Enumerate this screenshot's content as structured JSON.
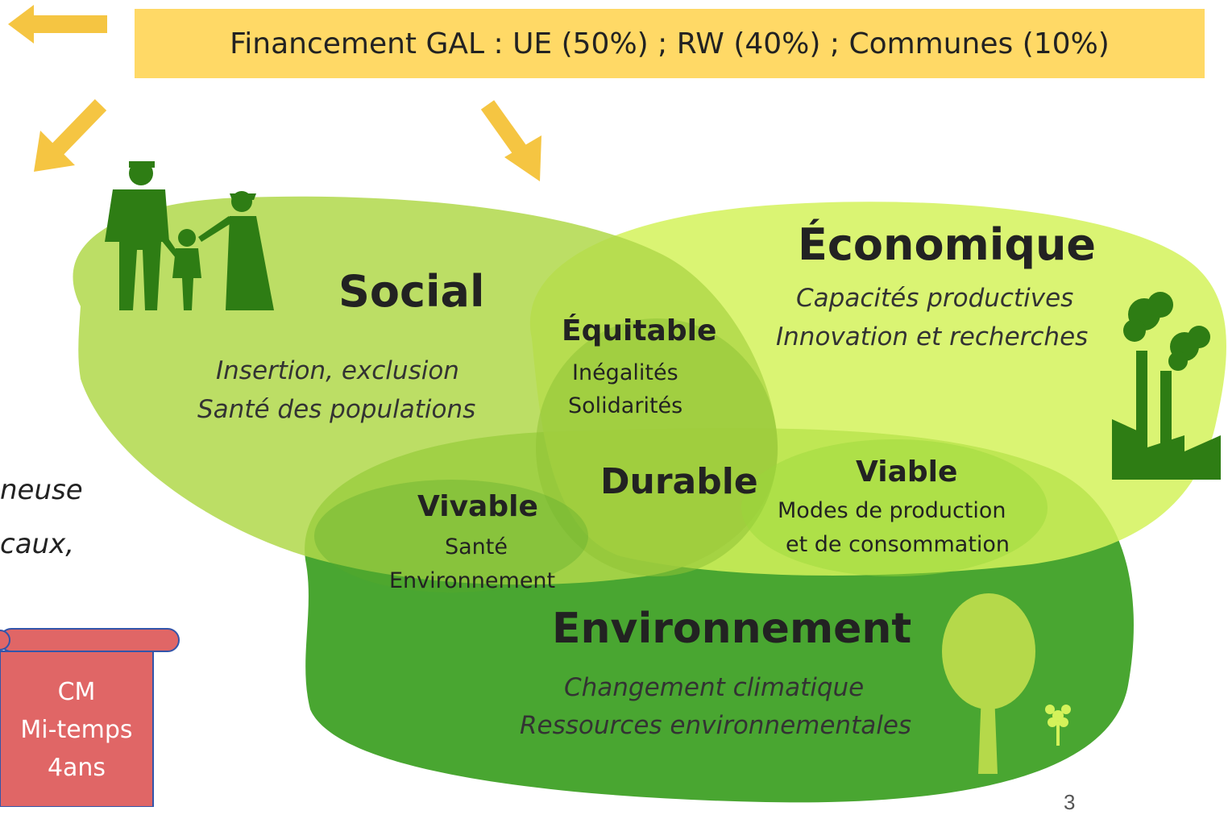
{
  "banner": {
    "text": "Financement GAL : UE (50%) ; RW (40%) ; Communes (10%)"
  },
  "spheres": {
    "social": {
      "title": "Social",
      "lines": [
        "Insertion, exclusion",
        "Santé des populations"
      ]
    },
    "economique": {
      "title": "Économique",
      "lines": [
        "Capacités productives",
        "Innovation et recherches"
      ]
    },
    "environnement": {
      "title": "Environnement",
      "lines": [
        "Changement climatique",
        "Ressources environnementales"
      ]
    }
  },
  "intersections": {
    "equitable": {
      "title": "Équitable",
      "lines": [
        "Inégalités",
        "Solidarités"
      ]
    },
    "vivable": {
      "title": "Vivable",
      "lines": [
        "Santé",
        "Environnement"
      ]
    },
    "viable": {
      "title": "Viable",
      "lines": [
        "Modes de production",
        "et de consommation"
      ]
    },
    "durable": {
      "title": "Durable"
    }
  },
  "left_fragments": [
    "neuse",
    "caux,"
  ],
  "scroll": {
    "lines": [
      "CM",
      "Mi-temps",
      "4ans"
    ]
  },
  "page_number": "3",
  "colors": {
    "banner": "#ffd966",
    "arrow": "#f5c542",
    "social": "#b5d94a",
    "economique": "#d9f25a",
    "environnement": "#3a9e1f",
    "scroll": "#e06666",
    "silhouette": "#2e7d14"
  }
}
